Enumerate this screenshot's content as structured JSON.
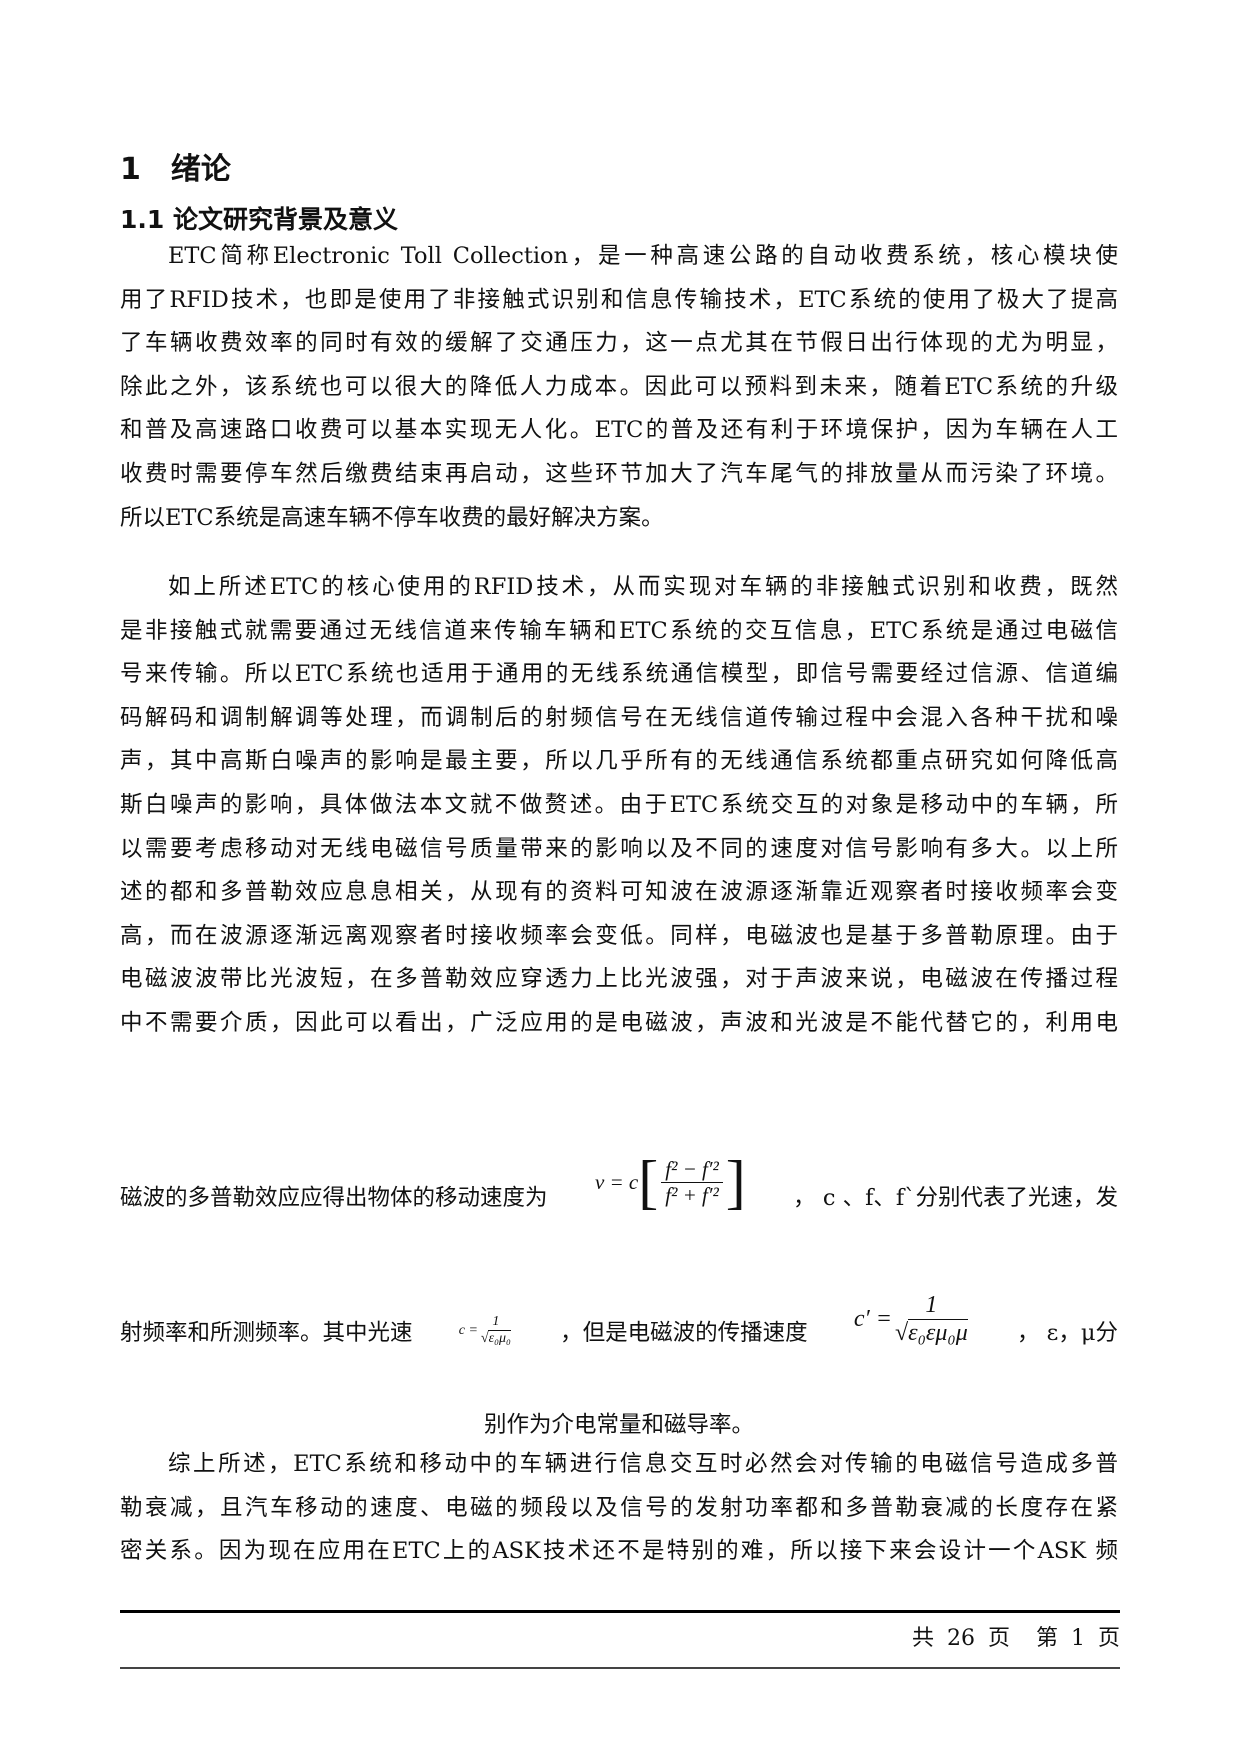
{
  "heading1": {
    "number": "1",
    "title": "绪论"
  },
  "heading2": "1.1 论文研究背景及意义",
  "para1": [
    "ETC简称Electronic Toll Collection，是一种高速公路的自动收费系统，核心模块使",
    "用了RFID技术，也即是使用了非接触式识别和信息传输技术，ETC系统的使用了极大了提高",
    "了车辆收费效率的同时有效的缓解了交通压力，这一点尤其在节假日出行体现的尤为明显，",
    "除此之外，该系统也可以很大的降低人力成本。因此可以预料到未来，随着ETC系统的升级",
    "和普及高速路口收费可以基本实现无人化。ETC的普及还有利于环境保护，因为车辆在人工",
    "收费时需要停车然后缴费结束再启动，这些环节加大了汽车尾气的排放量从而污染了环境。",
    "所以ETC系统是高速车辆不停车收费的最好解决方案。"
  ],
  "para2": [
    "如上所述ETC的核心使用的RFID技术，从而实现对车辆的非接触式识别和收费，既然",
    "是非接触式就需要通过无线信道来传输车辆和ETC系统的交互信息，ETC系统是通过电磁信",
    "号来传输。所以ETC系统也适用于通用的无线系统通信模型，即信号需要经过信源、信道编",
    "码解码和调制解调等处理，而调制后的射频信号在无线信道传输过程中会混入各种干扰和噪",
    "声，其中高斯白噪声的影响是最主要，所以几乎所有的无线通信系统都重点研究如何降低高",
    "斯白噪声的影响，具体做法本文就不做赘述。由于ETC系统交互的对象是移动中的车辆，所",
    "以需要考虑移动对无线电磁信号质量带来的影响以及不同的速度对信号影响有多大。以上所",
    "述的都和多普勒效应息息相关，从现有的资料可知波在波源逐渐靠近观察者时接收频率会变",
    "高，而在波源逐渐远离观察者时接收频率会变低。同样，电磁波也是基于多普勒原理。由于",
    "电磁波波带比光波短，在多普勒效应穿透力上比光波强，对于声波来说，电磁波在传播过程",
    "中不需要介质，因此可以看出，广泛应用的是电磁波，声波和光波是不能代替它的，利用电"
  ],
  "formula_line1": {
    "before": "磁波的多普勒效应应得出物体的移动速度为",
    "lhs": "v = c",
    "num": "f² − f′²",
    "den": "f² + f′²",
    "after": "，  c 、f、f`分别代表了光速，发"
  },
  "formula_line2": {
    "before": "射频率和所测频率。其中光速",
    "c_lhs": "c =",
    "c_num": "1",
    "c_den": "ε₀μ₀",
    "middle": "，但是电磁波的传播速度",
    "cp_lhs": "c′ =",
    "cp_num": "1",
    "cp_den": "ε₀εμ₀μ",
    "after": "，  ε，μ分"
  },
  "centered_line": "别作为介电常量和磁导率。",
  "para3": [
    "综上所述，ETC系统和移动中的车辆进行信息交互时必然会对传输的电磁信号造成多普",
    "勒衰减，且汽车移动的速度、电磁的频段以及信号的发射功率都和多普勒衰减的长度存在紧",
    "密关系。因为现在应用在ETC上的ASK技术还不是特别的难，所以接下来会设计一个ASK 频"
  ],
  "footer": {
    "total": "共 26 页",
    "current": "第 1 页"
  }
}
